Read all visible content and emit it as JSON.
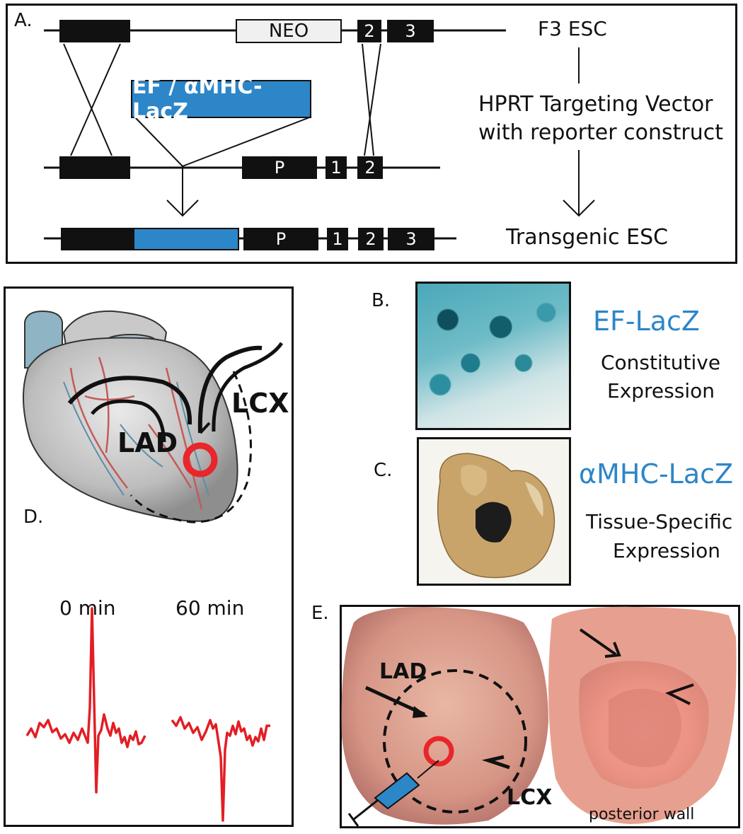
{
  "panel_a": {
    "label": "A.",
    "neo": "NEO",
    "construct": "EF / αMHC-LacZ",
    "top_exons": [
      "2",
      "3"
    ],
    "mid_exons": [
      "P",
      "1",
      "2"
    ],
    "bottom_exons": [
      "P",
      "1",
      "2",
      "3"
    ],
    "f3_esc": "F3 ESC",
    "vector_line1": "HPRT Targeting Vector",
    "vector_line2": "with reporter construct",
    "transgenic": "Transgenic ESC"
  },
  "panel_b": {
    "label": "B.",
    "title": "EF-LacZ",
    "desc_line1": "Constitutive",
    "desc_line2": "Expression"
  },
  "panel_c": {
    "label": "C.",
    "title": "αMHC-LacZ",
    "desc_line1": "Tissue-Specific",
    "desc_line2": "Expression"
  },
  "panel_d": {
    "label": "D.",
    "lcx": "LCX",
    "lad": "LAD",
    "time0": "0 min",
    "time60": "60 min"
  },
  "panel_e": {
    "label": "E.",
    "lad": "LAD",
    "lcx": "LCX",
    "posterior": "posterior wall"
  },
  "colors": {
    "construct_blue": "#2d86c8",
    "ecg_red": "#e31e24",
    "marker_red": "#e8262b"
  }
}
